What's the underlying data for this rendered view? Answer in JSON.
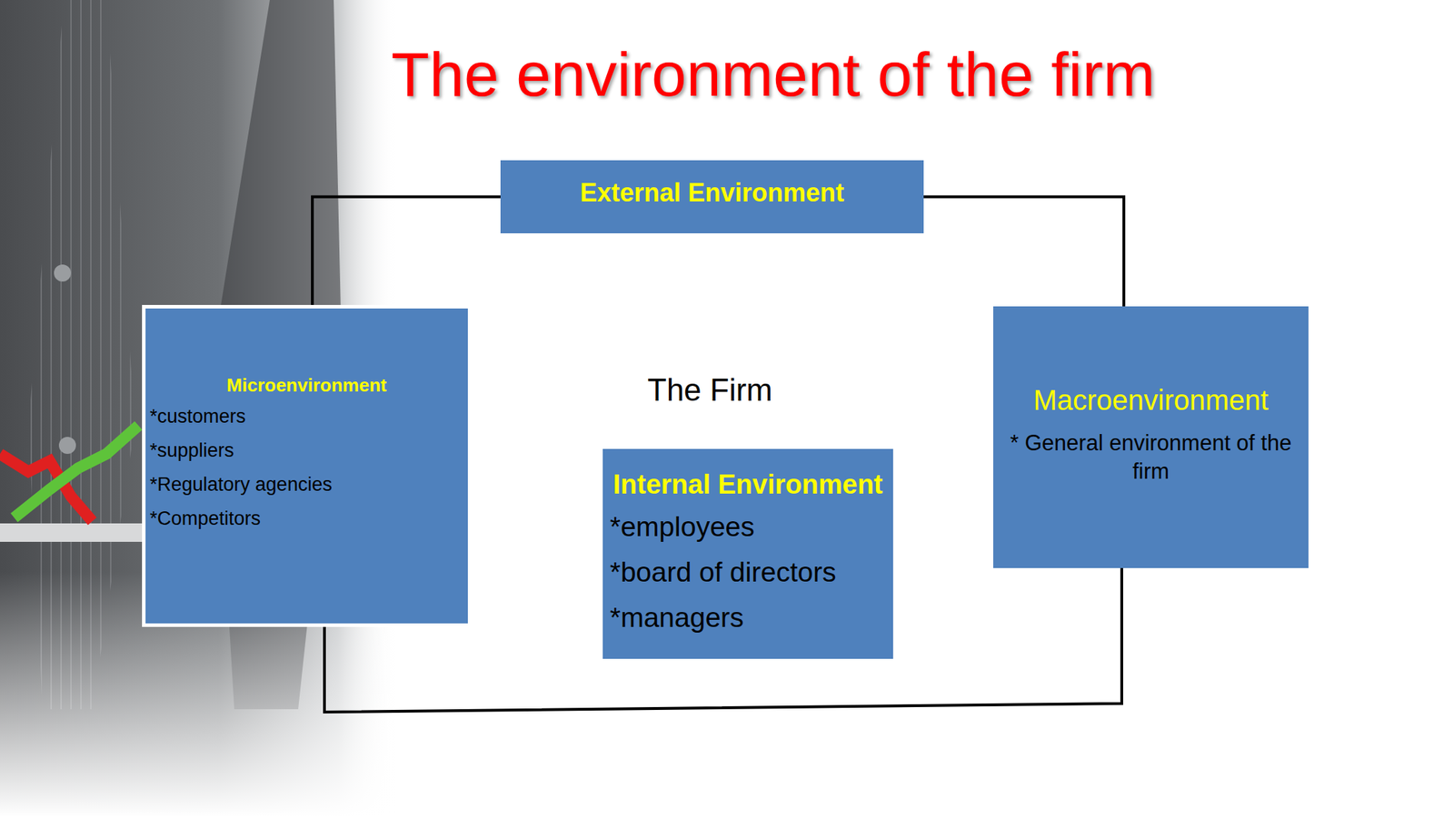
{
  "diagram": {
    "title": "The environment of the firm",
    "nodes": [
      {
        "text": [
          "External Environment"
        ]
      },
      {
        "text": [
          "Microenvironment",
          "*customers",
          "*suppliers",
          "*Regulatory agencies",
          "*Competitors"
        ]
      },
      {
        "text": [
          "Macroenvironment",
          "* General environment of the firm"
        ]
      },
      {
        "text": [
          "Internal Environment",
          "*employees",
          "*board of directors",
          "*managers"
        ]
      }
    ],
    "edges": [
      {
        "from": 0,
        "to": 1,
        "arrow": "none"
      },
      {
        "from": 0,
        "to": 2,
        "arrow": "none"
      },
      {
        "from": 1,
        "to": 2,
        "arrow": "none"
      }
    ],
    "labels": [
      "The Firm"
    ]
  }
}
